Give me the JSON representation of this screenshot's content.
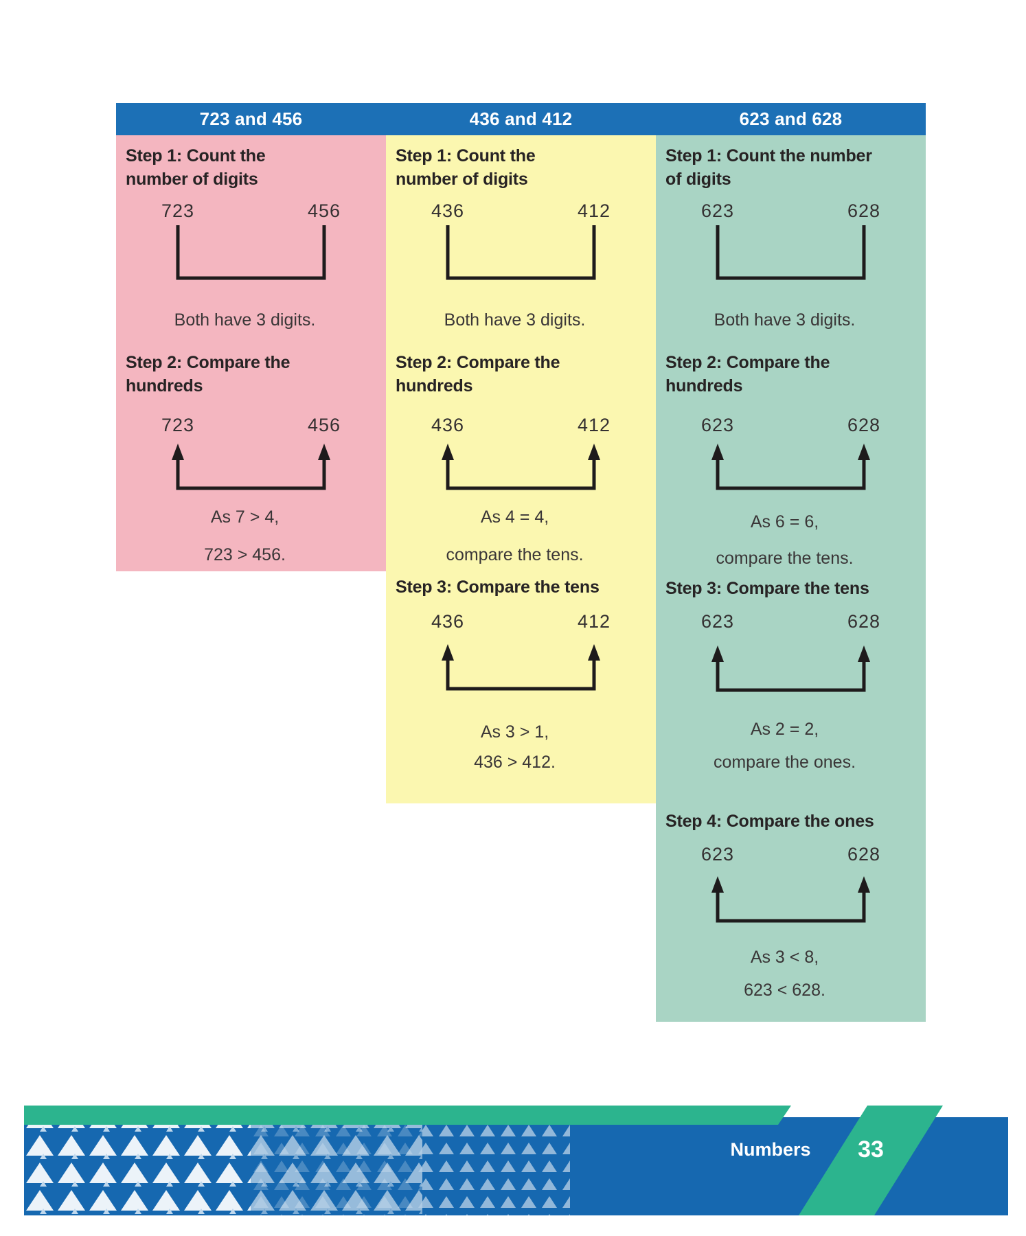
{
  "colors": {
    "header_blue": "#1c70b6",
    "pink": "#f4b6c0",
    "yellow": "#fbf7b0",
    "teal": "#a9d4c4",
    "footer_green": "#2cb48e",
    "footer_blue": "#1668b0",
    "diagram_line": "#1e1b1c"
  },
  "columns": [
    {
      "header": "723 and 456",
      "step1_line1": "Step 1: Count the",
      "step1_line2": "number of digits",
      "pair1_left": "723",
      "pair1_right": "456",
      "both_text": "Both have 3 digits.",
      "step2_line1": "Step 2: Compare the",
      "step2_line2": "hundreds",
      "pair2_left": "723",
      "pair2_right": "456",
      "note2a": "As 7 > 4,",
      "note2b": "723 > 456."
    },
    {
      "header": "436 and 412",
      "step1_line1": "Step 1: Count the",
      "step1_line2": "number of digits",
      "pair1_left": "436",
      "pair1_right": "412",
      "both_text": "Both have 3 digits.",
      "step2_line1": "Step 2: Compare the",
      "step2_line2": "hundreds",
      "pair2_left": "436",
      "pair2_right": "412",
      "note2a": "As 4 = 4,",
      "note2b": "compare the tens.",
      "step3_line1": "Step 3: Compare the tens",
      "pair3_left": "436",
      "pair3_right": "412",
      "note3a": "As 3 > 1,",
      "note3b": "436 > 412."
    },
    {
      "header": "623 and 628",
      "step1_line1": "Step 1: Count the number",
      "step1_line2": "of digits",
      "pair1_left": "623",
      "pair1_right": "628",
      "both_text": "Both have 3 digits.",
      "step2_line1": "Step 2: Compare the",
      "step2_line2": "hundreds",
      "pair2_left": "623",
      "pair2_right": "628",
      "note2a": "As 6 = 6,",
      "note2b": "compare the tens.",
      "step3_line1": "Step 3: Compare the tens",
      "pair3_left": "623",
      "pair3_right": "628",
      "note3a": "As 2 = 2,",
      "note3b": "compare the ones.",
      "step4_line1": "Step 4: Compare the ones",
      "pair4_left": "623",
      "pair4_right": "628",
      "note4a": "As 3 < 8,",
      "note4b": "623 < 628."
    }
  ],
  "footer": {
    "section_label": "Numbers",
    "page_number": "33"
  }
}
